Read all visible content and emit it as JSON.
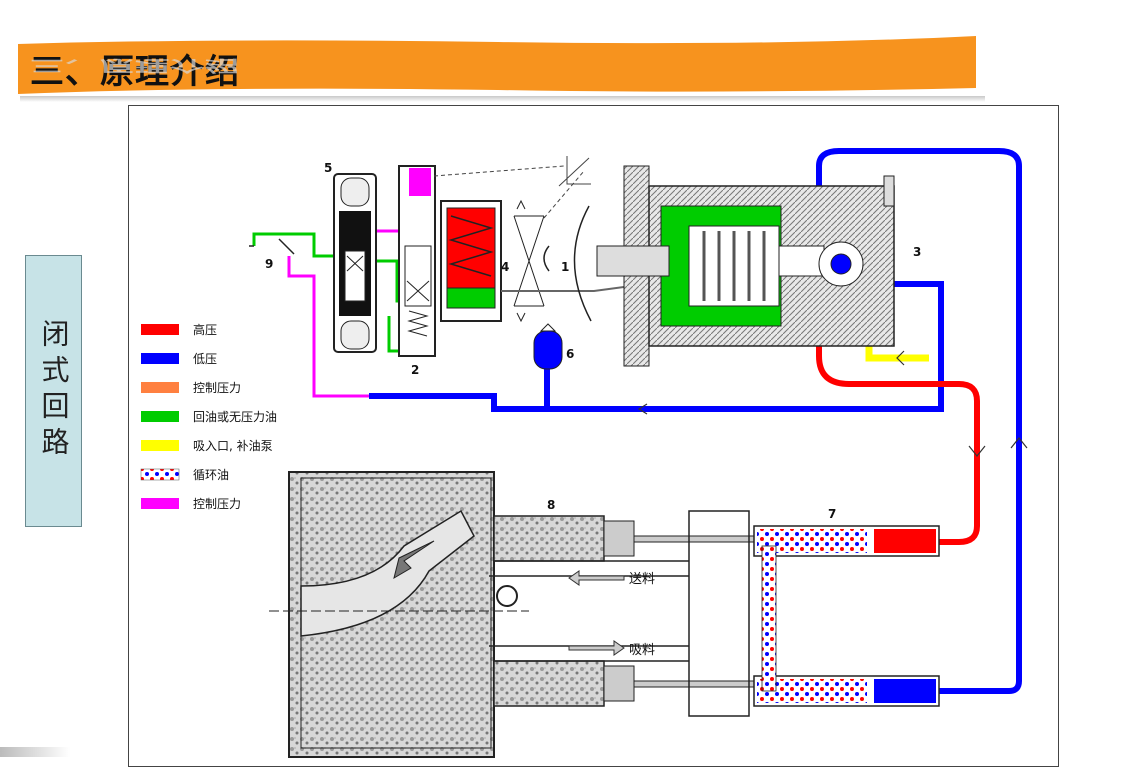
{
  "title": "三、原理介绍",
  "side_label": "闭式回路",
  "legend": [
    {
      "label": "高压",
      "color": "#ff0000",
      "pattern": "solid"
    },
    {
      "label": "低压",
      "color": "#0000ff",
      "pattern": "solid"
    },
    {
      "label": "控制压力",
      "color": "#ff8040",
      "pattern": "solid"
    },
    {
      "label": "回油或无压力油",
      "color": "#00cc00",
      "pattern": "solid"
    },
    {
      "label": "吸入口, 补油泵",
      "color": "#ffff00",
      "pattern": "solid"
    },
    {
      "label": "循环油",
      "color": "#ff0000",
      "pattern": "dots"
    },
    {
      "label": "控制压力",
      "color": "#ff00ff",
      "pattern": "solid"
    }
  ],
  "component_numbers": {
    "n1": "1",
    "n2": "2",
    "n3": "3",
    "n4": "4",
    "n5": "5",
    "n6": "6",
    "n7": "7",
    "n8": "8",
    "n9": "9"
  },
  "flow_labels": {
    "deliver": "送料",
    "suck": "吸料"
  },
  "colors": {
    "title_bar": "#f7931e",
    "side_box": "#c7e3e7",
    "high_pressure": "#ff0000",
    "low_pressure": "#0000ff",
    "return_oil": "#00cc00",
    "suction": "#ffff00",
    "control": "#ff00ff"
  }
}
